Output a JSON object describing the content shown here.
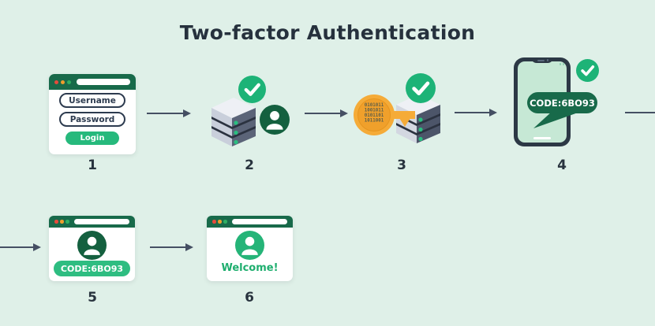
{
  "title": "Two-factor Authentication",
  "colors": {
    "background": "#dff0e8",
    "dark_green": "#186a4a",
    "bright_green": "#26b97c",
    "check_green": "#1db377",
    "avatar_dark_green": "#14603f",
    "avatar_light_green": "#25b478",
    "pill_green": "#2ebd81",
    "welcome_green": "#1eae6e",
    "dark_text": "#26313d",
    "arrow": "#454f63",
    "key_orange": "#f5ab38",
    "key_orange_inner": "#f0a02b",
    "server_face_light": "#c9cfdb",
    "server_face_dark": "#5b6478",
    "server_face_darker": "#4c5569",
    "server_top": "#eef0f5",
    "server_gap": "#2b3240",
    "phone_frame": "#2c3845",
    "phone_screen": "#c6e8d5",
    "dot_red": "#e64b3c",
    "dot_orange": "#ef9d2c",
    "dot_green": "#2fae63"
  },
  "icons": {
    "check-icon": "✓ in green circle",
    "user-icon": "person silhouette in circle",
    "key-icon": "key with binary code head",
    "server-icon": "isometric server stack",
    "window-control-dots": "red / orange / green"
  },
  "steps": [
    {
      "number": "1",
      "username": "Username",
      "password": "Password",
      "login_button": "Login"
    },
    {
      "number": "2"
    },
    {
      "number": "3",
      "binary": [
        "0101011",
        "1001011",
        "0101101",
        "1011001"
      ]
    },
    {
      "number": "4",
      "code": "CODE:6BO93"
    },
    {
      "number": "5",
      "code": "CODE:6BO93"
    },
    {
      "number": "6",
      "message": "Welcome!"
    }
  ]
}
